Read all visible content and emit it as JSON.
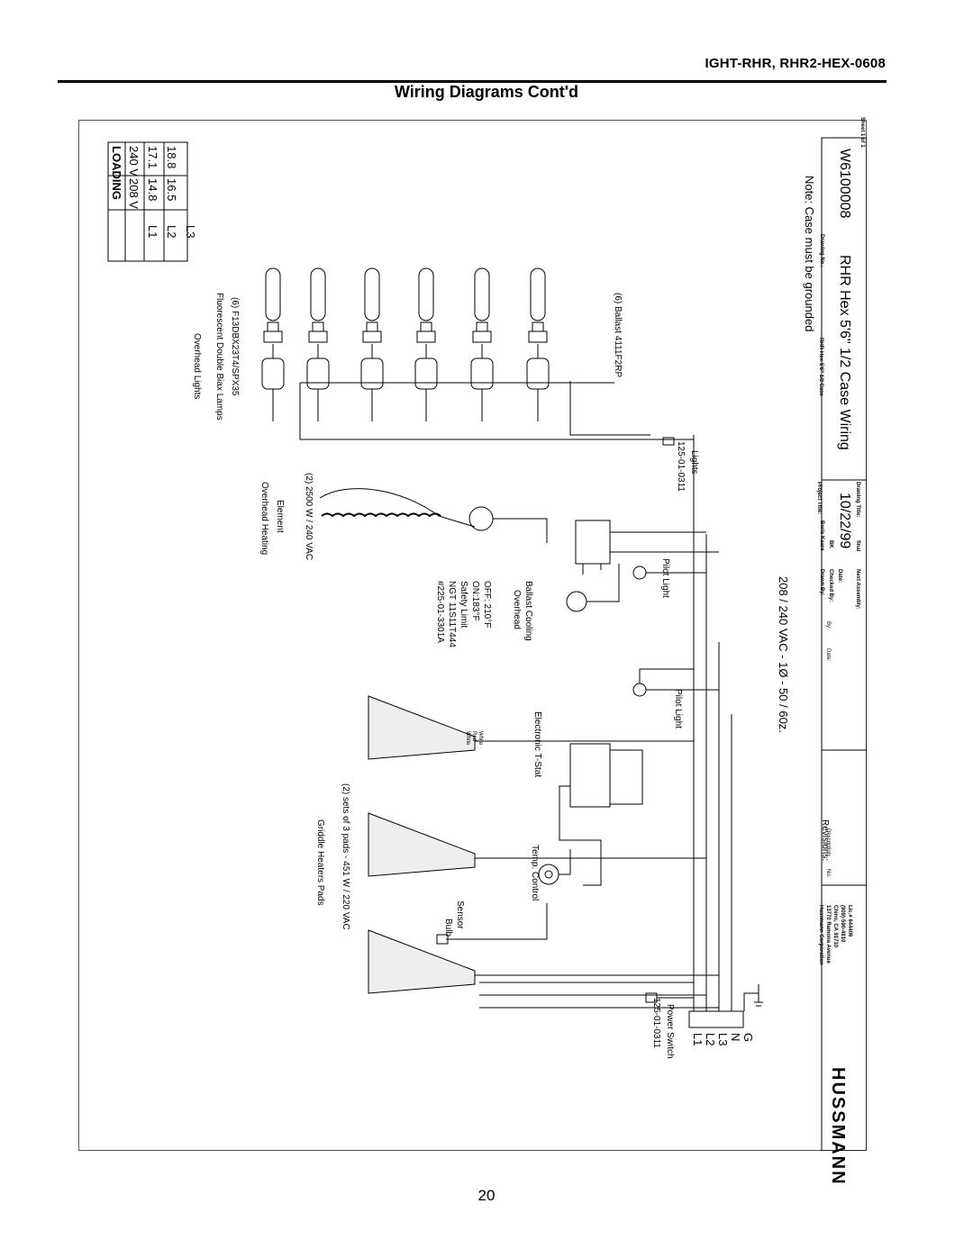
{
  "header": {
    "model": "IGHT-RHR, RHR2-HEX-0608",
    "title": "Wiring Diagrams Cont'd"
  },
  "page_number": "20",
  "loading_table": {
    "title": "LOADING",
    "rows": [
      [
        "",
        "208 V",
        "240 V"
      ],
      [
        "L1",
        "14.8",
        "17.1"
      ],
      [
        "L2",
        "16.5",
        "18.8"
      ],
      [
        "L3",
        "",
        ""
      ]
    ]
  },
  "lights": {
    "title": "Overhead Lights",
    "subtitle": "Fluorescent Double Biax Lamps",
    "lamp_spec": "(6) F13DBX23T4/SPX35",
    "ballast": "(6) Ballast 4111F2RP",
    "switch_label": "Lights",
    "switch_part": "125-01-0311"
  },
  "heating": {
    "title": "Overhead Heating",
    "element": "Element",
    "spec": "(2) 2500 W / 240 VAC",
    "limit_lines": [
      "#225-01-3301A",
      "NGT 11S11T444",
      "Safety Limit",
      "ON:183°F",
      "OFF: 210°F"
    ],
    "motor_lines": [
      "Overhead",
      "Ballast Cooling"
    ],
    "pilot_light": "Pilot Light"
  },
  "griddle": {
    "title": "Griddle Heaters Pads",
    "spec": "(2) sets of 3 pads - 451 W / 220 VAC",
    "bulb": "Bulb",
    "sensor": "Sensor",
    "temp_control": "Temp. Control",
    "tstat": "Electronic T-Stat",
    "pilot_light": "Pilot Light",
    "wire_labels": [
      "White",
      "Red",
      "White"
    ]
  },
  "power": {
    "switch_label": "Power Switch",
    "switch_part": "125-01-0311",
    "terminals": [
      "L1",
      "L2",
      "L3",
      "N",
      "G"
    ],
    "supply": "208 / 240 VAC - 1Ø - 50 / 60z."
  },
  "notes": {
    "grounding": "Note: Case must be grounded"
  },
  "title_block": {
    "brand": "HUSSMANN",
    "company": [
      "Hussmann Corporation",
      "13770 Ramona Avenue",
      "Chino, CA 91710",
      "(909)-590-4910",
      "Lic.# 644406"
    ],
    "revisions": "Revisions:",
    "rev_columns": [
      "No.",
      "Description:",
      "Date:",
      "By:"
    ],
    "drawn_by_label": "Drawn By:",
    "drawn_by": "Boris Kaare",
    "checked_by_label": "Checked By:",
    "checked_by": "BK",
    "date_label": "Date:",
    "date": "10/22/99",
    "next_assembly_label": "Next Assembly:",
    "next_assembly": "final",
    "project_title_label": "Project Title:",
    "project_title": "RHR-Hex-5'6\" 1/2 Case",
    "drawing_title_label": "Drawing Title:",
    "drawing_title": "RHR Hex 5'6\" 1/2 Case Wiring",
    "drawing_no_label": "Drawing No.:",
    "drawing_no": "W6100008",
    "sheet": "Sheet 1 of 1"
  }
}
